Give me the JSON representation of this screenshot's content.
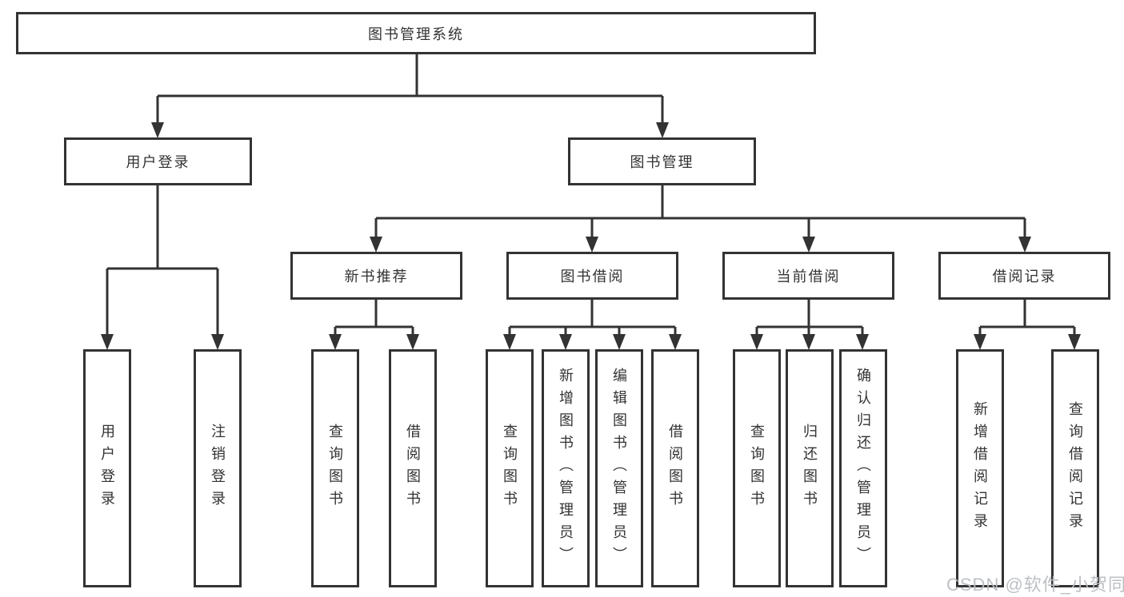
{
  "diagram_type": "hierarchy-tree",
  "tree": {
    "label": "图书管理系统",
    "children": [
      {
        "label": "用户登录",
        "children": [
          {
            "label": "用户登录"
          },
          {
            "label": "注销登录"
          }
        ]
      },
      {
        "label": "图书管理",
        "children": [
          {
            "label": "新书推荐",
            "children": [
              {
                "label": "查询图书"
              },
              {
                "label": "借阅图书"
              }
            ]
          },
          {
            "label": "图书借阅",
            "children": [
              {
                "label": "查询图书"
              },
              {
                "label": "新增图书（管理员）"
              },
              {
                "label": "编辑图书（管理员）"
              },
              {
                "label": "借阅图书"
              }
            ]
          },
          {
            "label": "当前借阅",
            "children": [
              {
                "label": "查询图书"
              },
              {
                "label": "归还图书"
              },
              {
                "label": "确认归还（管理员）"
              }
            ]
          },
          {
            "label": "借阅记录",
            "children": [
              {
                "label": "新增借阅记录"
              },
              {
                "label": "查询借阅记录"
              }
            ]
          }
        ]
      }
    ]
  },
  "watermark": {
    "text": "CSDN @软件_小贺同学"
  },
  "colors": {
    "line": "#333333",
    "box_border": "#333333",
    "text": "#333333",
    "watermark": "#b9bdc1",
    "background": "#ffffff"
  }
}
